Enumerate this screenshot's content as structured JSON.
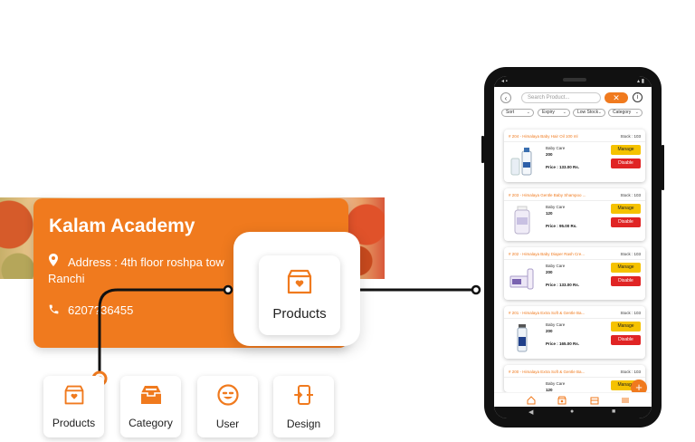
{
  "org": {
    "name": "Kalam Academy",
    "address_line1": "Address : 4th floor roshpa tow",
    "address_line2": "Ranchi",
    "phone": "6207?36455"
  },
  "popup": {
    "label": "Products"
  },
  "tiles": [
    {
      "label": "Products",
      "icon": "box-icon"
    },
    {
      "label": "Category",
      "icon": "drawer-icon"
    },
    {
      "label": "User",
      "icon": "smiley-icon"
    },
    {
      "label": "Design",
      "icon": "design-icon"
    }
  ],
  "phone": {
    "search_placeholder": "Search Product...",
    "close_glyph": "✕",
    "info_glyph": "i",
    "filters": [
      "Sort",
      "Expiry",
      "Low Stock",
      "Category"
    ],
    "products": [
      {
        "title": "# 204 - Himalaya Baby Hair Oil 100 ml",
        "stock": "Stock : 103",
        "category": "Baby Care",
        "qty": "200",
        "price": "Price : 133.00 Rs.",
        "manage": "Manage",
        "disable": "Disable"
      },
      {
        "title": "# 203 - Himalaya Gentle Baby Shampoo ...",
        "stock": "Stock : 103",
        "category": "Baby Care",
        "qty": "120",
        "price": "Price : 95.00 Rs.",
        "manage": "Manage",
        "disable": "Disable"
      },
      {
        "title": "# 202 - Himalaya Baby Diaper Rash Cre...",
        "stock": "Stock : 103",
        "category": "Baby Care",
        "qty": "200",
        "price": "Price : 133.00 Rs.",
        "manage": "Manage",
        "disable": "Disable"
      },
      {
        "title": "# 201 - Himalaya Extra Soft & Gentle Ba...",
        "stock": "Stock : 103",
        "category": "Baby Care",
        "qty": "200",
        "price": "Price : 165.00 Rs.",
        "manage": "Manage",
        "disable": "Disable"
      },
      {
        "title": "# 200 - Himalaya Extra Soft & Gentle Ba...",
        "stock": "Stock : 103",
        "category": "Baby Care",
        "qty": "120",
        "price": "",
        "manage": "Manage",
        "disable": ""
      }
    ],
    "fab_glyph": "+"
  },
  "colors": {
    "accent": "#f07a1e",
    "manage": "#f5c200",
    "disable": "#e02424"
  }
}
